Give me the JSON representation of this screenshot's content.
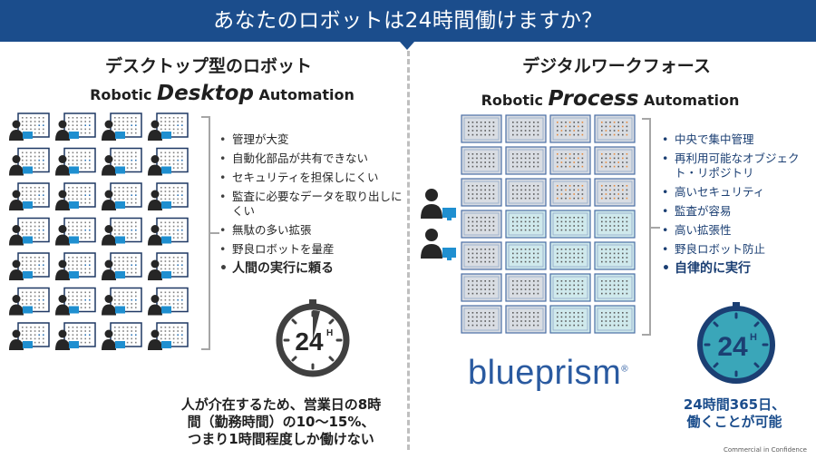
{
  "title": "あなたのロボットは24時間働けますか？",
  "left": {
    "heading": "デスクトップ型のロボット",
    "sub_prefix": "Robotic ",
    "sub_big": "Desktop",
    "sub_suffix": " Automation",
    "bullets": [
      "管理が大変",
      "自動化部品が共有できない",
      "セキュリティを担保しにくい",
      "監査に必要なデータを取り出しにくい",
      "無駄の多い拡張",
      "野良ロボットを量産"
    ],
    "bullet_strong": "人間の実行に頼る",
    "clock_label": "24",
    "clock_sup": "H",
    "caption_lines": [
      "人が介在するため、営業日の8時",
      "間（勤務時間）の10～15%、",
      "つまり1時間程度しか働けない"
    ],
    "workers": 28,
    "accent": "#2e75b6"
  },
  "right": {
    "heading": "デジタルワークフォース",
    "sub_prefix": "Robotic ",
    "sub_big": "Process",
    "sub_suffix": " Automation",
    "bullets": [
      "中央で集中管理",
      "再利用可能なオブジェクト・リポジトリ",
      "高いセキュリティ",
      "監査が容易",
      "高い拡張性",
      "野良ロボット防止"
    ],
    "bullet_strong": "自律的に実行",
    "clock_label": "24",
    "clock_sup": "H",
    "caption_lines": [
      "24時間365日、",
      "働くことが可能"
    ],
    "logo": "blueprism",
    "logo_mark": "®",
    "server_rows": 7,
    "server_cols": 4,
    "clock_fill": "#3aa6b9"
  },
  "footer": "Commercial in Confidence",
  "colors": {
    "brand": "#1b4d8c",
    "divider": "#bfbfbf"
  }
}
